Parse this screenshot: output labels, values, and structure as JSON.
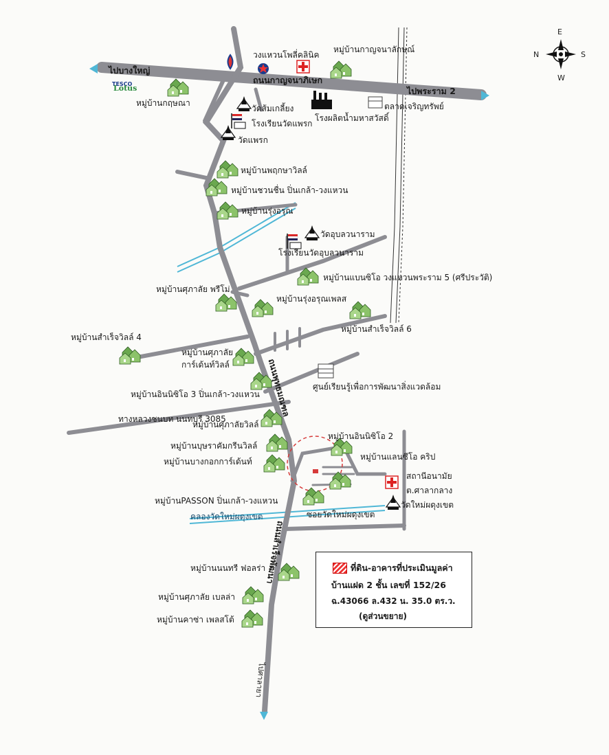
{
  "roads": {
    "kanchanaphisek": "ถนนกาญจนาภิเษก",
    "to_bangyai": "ไปบางใหญ่",
    "to_rama2": "ไปพระราม 2",
    "phutthamonthon_sai": "ถนนพุทธมณฑล",
    "samrae_phatthana": "ถนนสำเร็จพัฒนา",
    "rural_road": "ทางหลวงชนบท นนทบุรี 3085",
    "soi_wat_mai": "ซอยวัดใหม่ผดุงเขต",
    "canal": "คลองวัดใหม่ผดุงเขต",
    "to_south": "ไปศาลายา"
  },
  "places": {
    "clinic": "วงแหวนโพลี่คลินิค",
    "village_kanchana": "หมู่บ้านกาญจนาลักษณ์",
    "tesco": "TESCO",
    "lotus": "Lotus",
    "village_kritsana": "หมู่บ้านกฤษณา",
    "wat_somklieng": "วัดส้มเกลี้ยง",
    "school_wat_phraek": "โรงเรียนวัดแพรก",
    "wat_phraek": "วัดแพรก",
    "water_plant": "โรงผลิตน้ำมหาสวัสดิ์",
    "market": "ตลาดเจริญทรัพย์",
    "village_pruksa": "หมู่บ้านพฤกษาวิลล์",
    "village_chuanchuen": "หมู่บ้านชวนชื่น ปิ่นเกล้า-วงแหวน",
    "village_rungarun": "หมู่บ้านรุ่งอรุณ",
    "wat_ubon": "วัดอุบลวนาราม",
    "school_wat_ubon": "โรงเรียนวัดอุบลวนาราม",
    "village_bancio": "หมู่บ้านแบนซิโอ วงแหวนพระราม 5 (ศรีประวัติ)",
    "village_supalai_primo": "หมู่บ้านศุภาลัย พรีโม่",
    "village_rungarun_place": "หมู่บ้านรุ่งอรุณเพลส",
    "village_samre4": "หมู่บ้านสำเร็จวิลล์ 4",
    "village_samre6": "หมู่บ้านสำเร็จวิลล์ 6",
    "village_supalai_garden1": "หมู่บ้านศุภาลัย",
    "village_supalai_garden2": "การ์เด้นท์วิลล์",
    "learning_center": "ศูนย์เรียนรู้เพื่อการพัฒนาสิ่งแวดล้อม",
    "village_indy3": "หมู่บ้านอินนิซิโอ 3 ปิ่นเกล้า-วงแหวน",
    "village_supalai_ville": "หมู่บ้านศุภาลัยวิลล์",
    "village_indy2": "หมู่บ้านอินนิซิโอ 2",
    "village_burasiri": "หมู่บ้านบุษราคัมกรีนวิลล์",
    "village_landsio": "หมู่บ้านแลนซีโอ คริป",
    "village_bkk_garden": "หมู่บ้านบางกอกการ์เด้นท์",
    "health_center1": "สถานีอนามัย",
    "health_center2": "ต.ศาลากลาง",
    "wat_mai": "วัดใหม่ผดุงเขต",
    "village_passon": "หมู่บ้านPASSON ปิ่นเกล้า-วงแหวน",
    "village_nonthree": "หมู่บ้านนนทรี ฟอลร่า",
    "village_supalai_bella": "หมู่บ้านศุภาลัย เบลล่า",
    "village_casa": "หมู่บ้านคาซ่า เพลสโต้"
  },
  "legend": {
    "title": "ที่ดิน-อาคารที่ประเมินมูลค่า",
    "line2": "บ้านแฝด 2 ชั้น เลขที่ 152/26",
    "line3": "ฉ.43066  ล.432  น. 35.0 ตร.ว.",
    "line4": "(ดูส่วนขยาย)"
  },
  "compass": {
    "n": "N",
    "e": "E",
    "s": "S",
    "w": "W"
  },
  "colors": {
    "road": "#8d8d93",
    "canal": "#4fb7d6",
    "subject": "#d63a3a",
    "village": "#5c9a46"
  },
  "icons": {
    "village": "village-cluster-icon",
    "temple": "temple-icon",
    "school": "school-flag-icon",
    "hospital": "red-cross-icon",
    "factory": "factory-icon",
    "market": "market-building-icon",
    "fuel": "fuel-station-icon",
    "compass": "compass-rose-icon"
  }
}
